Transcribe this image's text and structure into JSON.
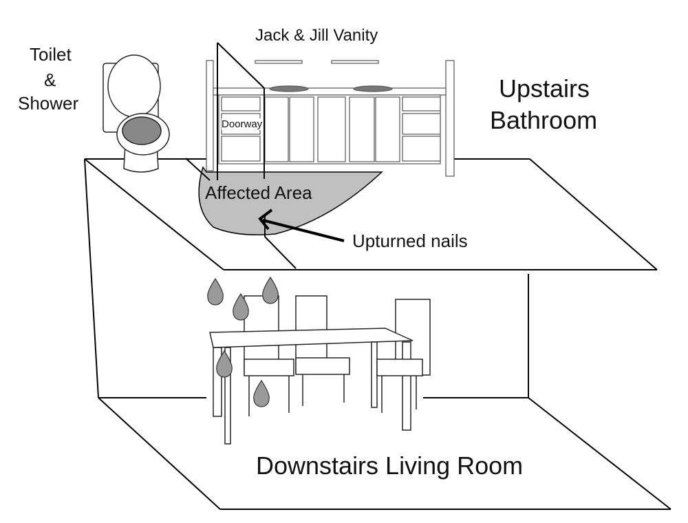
{
  "labels": {
    "vanity": "Jack & Jill Vanity",
    "toilet_line1": "Toilet",
    "toilet_line2": "&",
    "toilet_line3": "Shower",
    "upstairs_line1": "Upstairs",
    "upstairs_line2": "Bathroom",
    "doorway": "Doorway",
    "affected": "Affected Area",
    "nails": "Upturned nails",
    "downstairs": "Downstairs Living Room"
  },
  "colors": {
    "affected_fill": "#c0c0c0",
    "drop_fill": "#9a9a9a",
    "line": "#000000"
  }
}
